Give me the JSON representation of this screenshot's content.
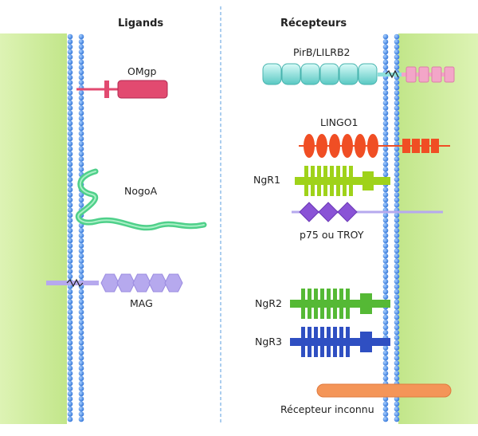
{
  "headers": {
    "left": "Ligands",
    "right": "Récepteurs"
  },
  "ligands": {
    "omgp": "OMgp",
    "nogoa": "NogoA",
    "mag": "MAG"
  },
  "receptors": {
    "pirb": "PirB/LILRB2",
    "lingo1": "LINGO1",
    "ngr1": "NgR1",
    "p75": "p75 ou TROY",
    "ngr2": "NgR2",
    "ngr3": "NgR3",
    "unknown": "Récepteur inconnu"
  },
  "colors": {
    "axoplasm_green": "#c9ea97",
    "membrane_blue": "#3a7fe0",
    "divider_blue": "#7fb3e6",
    "omgp": "#e24a70",
    "nogoa": "#4fd08a",
    "mag": "#b6a9ee",
    "pirb_teal": "#8ee0dc",
    "pirb_pink": "#f3a6c8",
    "lingo1": "#f04e24",
    "ngr1": "#9fd21a",
    "p75": "#8a53d6",
    "ngr2": "#55b935",
    "ngr3": "#2f4fc2",
    "unknown": "#f49558"
  }
}
